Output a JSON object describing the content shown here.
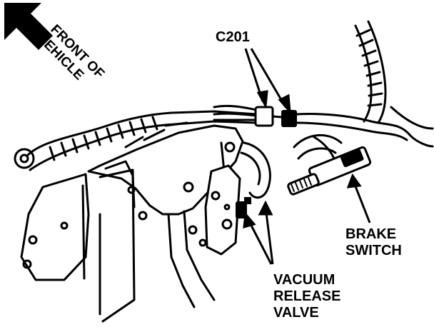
{
  "diagram": {
    "labels": {
      "front_line1": "FRONT OF",
      "front_line2": "VEHICLE",
      "connector": "C201",
      "brake_line1": "BRAKE",
      "brake_line2": "SWITCH",
      "valve_line1": "VACUUM",
      "valve_line2": "RELEASE",
      "valve_line3": "VALVE"
    },
    "colors": {
      "ink": "#000000",
      "paper": "#ffffff"
    },
    "icons": [
      "front-direction-arrow-icon"
    ]
  }
}
